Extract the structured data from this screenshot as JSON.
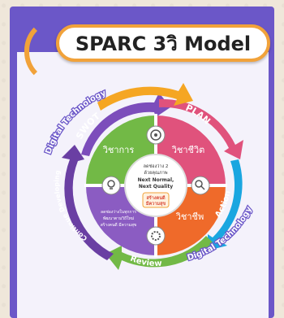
{
  "title": "SPARC 3วิ Model",
  "outer_ring": {
    "top_left": "Digital Technology",
    "bottom_right": "Digital Technology"
  },
  "arcs": {
    "swot": "SWOT",
    "plan": "PLAN",
    "action": "Action",
    "review": "Review",
    "continue": "Continue Developing"
  },
  "quadrants": {
    "top_left": "วิชาการ",
    "top_right": "วิชาชีวิต",
    "bottom_right": "วิชาชีพ",
    "bottom_left_line1": "ลดช่องว่างในทุกการ",
    "bottom_left_line2": "พัฒนาตามวิถีใหม่",
    "bottom_left_line3": "สร้างคนดี มีความสุข"
  },
  "center": {
    "line1": "ลดช่องว่าง 2",
    "line2": "ด้วยคุณภาพ",
    "line3": "Next Normal,",
    "line4": "Next Quality",
    "logo_line1": "สร้างคนดี",
    "logo_line2": "มีความสุข"
  },
  "colors": {
    "frame": "#6b57c8",
    "accent_orange": "#f1a23a",
    "green": "#72b946",
    "pink": "#e0527c",
    "orange": "#ef6a2a",
    "purple": "#8b5cc2",
    "blue": "#1aa6e0",
    "dark_green": "#3e8e3a"
  }
}
